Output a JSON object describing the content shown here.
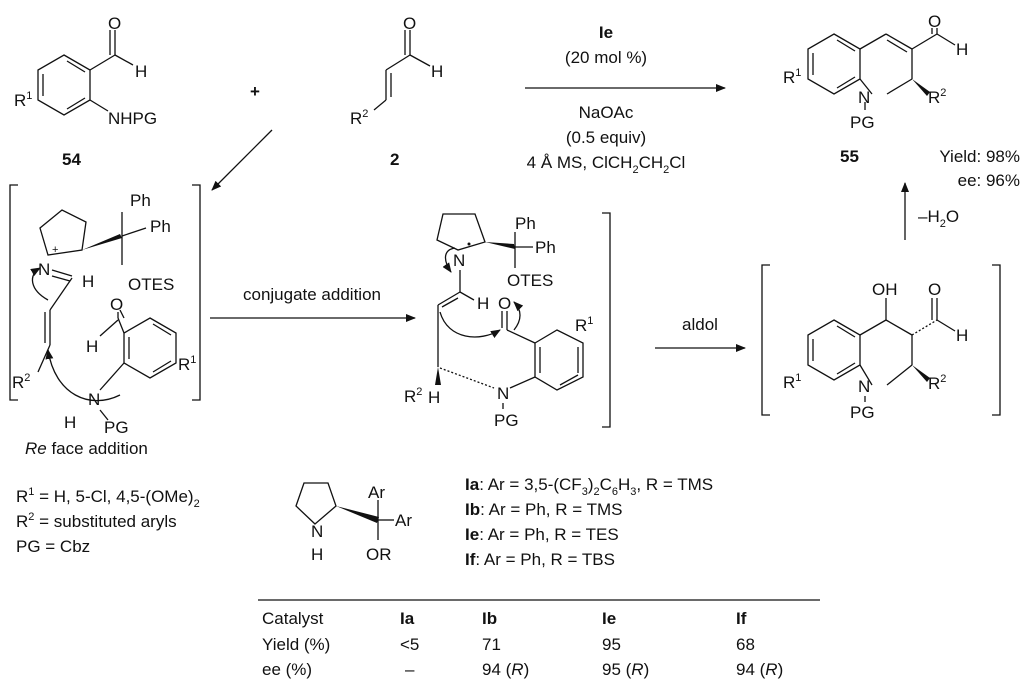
{
  "atoms": {
    "O": "O",
    "H": "H",
    "N": "N",
    "R": "R",
    "one": "1",
    "two": "2",
    "plus_charge": "+",
    "NHPG": "NHPG",
    "PG": "PG",
    "Ph": "Ph",
    "OTES": "OTES",
    "OH": "OH",
    "Ar": "Ar",
    "OR": "OR"
  },
  "compounds": {
    "c54": "54",
    "c2": "2",
    "c55": "55"
  },
  "plus_sign": "+",
  "conditions": {
    "catalyst": "Ie",
    "loading": "(20 mol %)",
    "base": "NaOAc",
    "base_amount": "(0.5 equiv)",
    "additive_prefix": "4 Å MS, ClCH",
    "sub2": "2",
    "ch2": "CH",
    "cl": "Cl"
  },
  "results": {
    "yield": "Yield: 98%",
    "ee": "ee: 96%"
  },
  "dehydration": {
    "prefix": "–H",
    "sub": "2",
    "suffix": "O"
  },
  "steps": {
    "conjugate": "conjugate addition",
    "aldol": "aldol"
  },
  "re_face": {
    "italic": "Re",
    "rest": " face addition"
  },
  "substituents": {
    "r1_text": " = H, 5-Cl, 4,5-(OMe)",
    "r1_sub": "2",
    "r2_text": " = substituted aryls",
    "pg_text": "PG = Cbz"
  },
  "catalysts": [
    {
      "id": "Ia",
      "desc_a": ": Ar = 3,5-(CF",
      "s1": "3",
      "desc_b": ")",
      "s2": "2",
      "desc_c": "C",
      "s3": "6",
      "desc_d": "H",
      "s4": "3",
      "desc_e": ", R = TMS"
    },
    {
      "id": "Ib",
      "desc": ": Ar = Ph, R = TMS"
    },
    {
      "id": "Ie",
      "desc": ": Ar = Ph, R = TES"
    },
    {
      "id": "If",
      "desc": ": Ar = Ph, R = TBS"
    }
  ],
  "table": {
    "headers": [
      "Catalyst",
      "Ia",
      "Ib",
      "Ie",
      "If"
    ],
    "rows": [
      [
        "Yield (%)",
        "<5",
        "71",
        "95",
        "68"
      ],
      [
        "ee (%)",
        "–",
        "94 (",
        "95 (",
        "94 ("
      ]
    ],
    "config_letter": "R",
    "close": ")"
  }
}
